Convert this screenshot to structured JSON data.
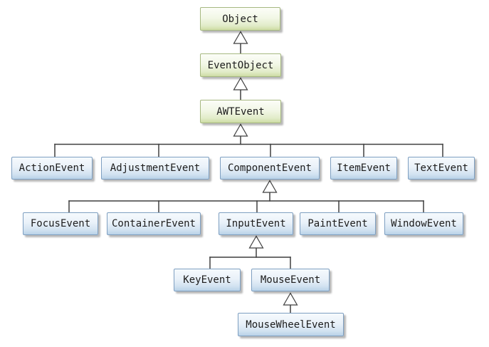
{
  "diagram": {
    "type": "uml-class-inheritance-diagram",
    "nodes": {
      "object": {
        "label": "Object",
        "style": "green"
      },
      "eventobject": {
        "label": "EventObject",
        "style": "green"
      },
      "awtevent": {
        "label": "AWTEvent",
        "style": "green"
      },
      "actionevent": {
        "label": "ActionEvent",
        "style": "blue"
      },
      "adjustmentevent": {
        "label": "AdjustmentEvent",
        "style": "blue"
      },
      "componentevent": {
        "label": "ComponentEvent",
        "style": "blue"
      },
      "itemevent": {
        "label": "ItemEvent",
        "style": "blue"
      },
      "textevent": {
        "label": "TextEvent",
        "style": "blue"
      },
      "focusevent": {
        "label": "FocusEvent",
        "style": "blue"
      },
      "containerevent": {
        "label": "ContainerEvent",
        "style": "blue"
      },
      "inputevent": {
        "label": "InputEvent",
        "style": "blue"
      },
      "paintevent": {
        "label": "PaintEvent",
        "style": "blue"
      },
      "windowevent": {
        "label": "WindowEvent",
        "style": "blue"
      },
      "keyevent": {
        "label": "KeyEvent",
        "style": "blue"
      },
      "mouseevent": {
        "label": "MouseEvent",
        "style": "blue"
      },
      "mousewheelevent": {
        "label": "MouseWheelEvent",
        "style": "blue"
      }
    },
    "edges": [
      {
        "child": "EventObject",
        "parent": "Object"
      },
      {
        "child": "AWTEvent",
        "parent": "EventObject"
      },
      {
        "child": "ActionEvent",
        "parent": "AWTEvent"
      },
      {
        "child": "AdjustmentEvent",
        "parent": "AWTEvent"
      },
      {
        "child": "ComponentEvent",
        "parent": "AWTEvent"
      },
      {
        "child": "ItemEvent",
        "parent": "AWTEvent"
      },
      {
        "child": "TextEvent",
        "parent": "AWTEvent"
      },
      {
        "child": "FocusEvent",
        "parent": "ComponentEvent"
      },
      {
        "child": "ContainerEvent",
        "parent": "ComponentEvent"
      },
      {
        "child": "InputEvent",
        "parent": "ComponentEvent"
      },
      {
        "child": "PaintEvent",
        "parent": "ComponentEvent"
      },
      {
        "child": "WindowEvent",
        "parent": "ComponentEvent"
      },
      {
        "child": "KeyEvent",
        "parent": "InputEvent"
      },
      {
        "child": "MouseEvent",
        "parent": "InputEvent"
      },
      {
        "child": "MouseWheelEvent",
        "parent": "MouseEvent"
      }
    ],
    "colors": {
      "green_box_fill_top": "#fcfdf8",
      "green_box_fill_bottom": "#cddca4",
      "green_box_border": "#a6b880",
      "blue_box_fill_top": "#f6fafd",
      "blue_box_fill_bottom": "#b9d2e8",
      "blue_box_border": "#7e9fc1",
      "connector_line": "#3f3f3f",
      "text": "#1c1c1c",
      "background": "#ffffff"
    }
  }
}
